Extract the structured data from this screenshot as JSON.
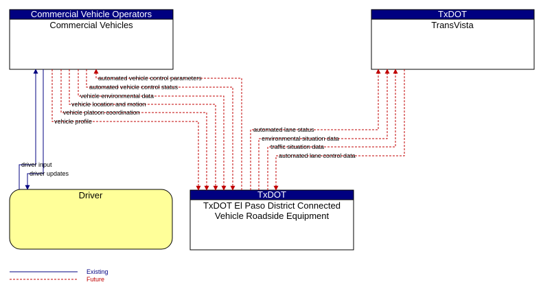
{
  "colors": {
    "existing": "#000080",
    "future": "#c00000",
    "header_fill": "#000080",
    "header_text": "#ffffff",
    "driver_fill": "#ffff99",
    "box_fill": "#ffffff",
    "label_text": "#000000"
  },
  "nodes": {
    "cv": {
      "owner": "Commercial Vehicle Operators",
      "name": "Commercial Vehicles"
    },
    "transvista": {
      "owner": "TxDOT",
      "name": "TransVista"
    },
    "driver": {
      "name": "Driver"
    },
    "rse": {
      "owner": "TxDOT",
      "name_line1": "TxDOT El Paso District Connected",
      "name_line2": "Vehicle Roadside Equipment"
    }
  },
  "flows": {
    "driver_input": "driver input",
    "driver_updates": "driver updates",
    "cv_rse": [
      "automated vehicle control parameters",
      "automated vehicle control status",
      "vehicle environmental data",
      "vehicle location and motion",
      "vehicle platoon coordination",
      "vehicle profile"
    ],
    "rse_transvista": [
      "automated lane status",
      "environmental situation data",
      "traffic situation data",
      "automated lane control data"
    ]
  },
  "legend": {
    "existing": "Existing",
    "future": "Future"
  }
}
